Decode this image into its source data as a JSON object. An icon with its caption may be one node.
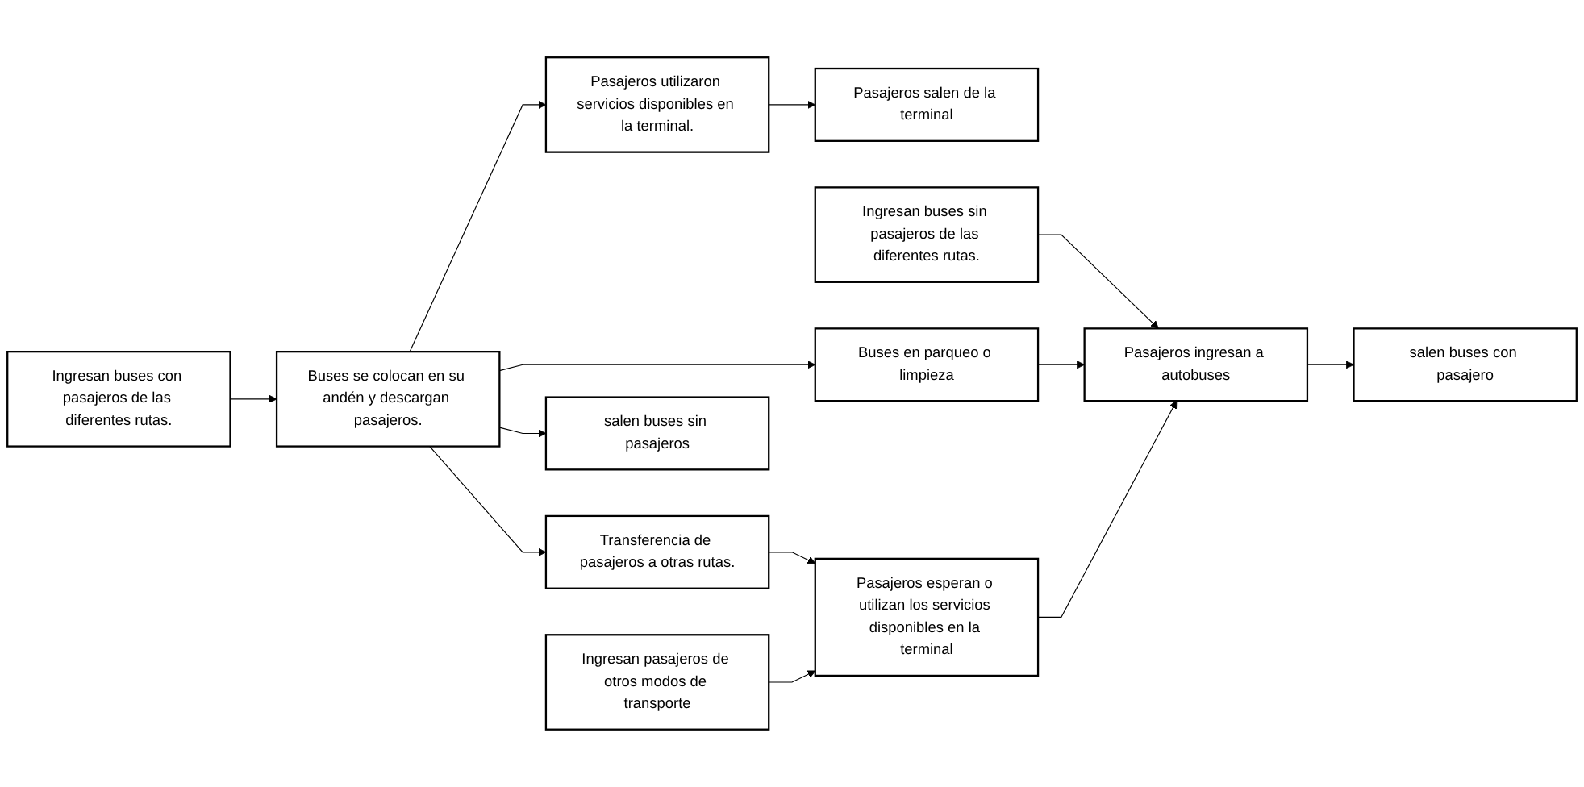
{
  "diagram": {
    "nodes": [
      {
        "text": [
          "Ingresan buses con pasajeros de las diferentes rutas."
        ]
      },
      {
        "text": [
          "Buses se colocan en su andén y descargan pasajeros."
        ]
      },
      {
        "text": [
          "Pasajeros utilizaron servicios disponibles en la terminal."
        ]
      },
      {
        "text": [
          "Pasajeros salen de la terminal"
        ]
      },
      {
        "text": [
          "Ingresan buses sin pasajeros de las diferentes rutas."
        ]
      },
      {
        "text": [
          "Transferencia de pasajeros a otras rutas."
        ]
      },
      {
        "text": [
          "Buses en parqueo o limpieza"
        ]
      },
      {
        "text": [
          "salen buses sin pasajeros"
        ]
      },
      {
        "text": [
          "Ingresan pasajeros de otros modos de transporte"
        ]
      },
      {
        "text": [
          "Pasajeros esperan o utilizan los servicios disponibles en la terminal"
        ]
      },
      {
        "text": [
          "Pasajeros ingresan a autobuses"
        ]
      },
      {
        "text": [
          "salen buses con pasajero"
        ]
      }
    ],
    "edges": [
      {
        "from": 0,
        "to": 1,
        "arrow": "to"
      },
      {
        "from": 1,
        "to": 2,
        "arrow": "to"
      },
      {
        "from": 2,
        "to": 3,
        "arrow": "to"
      },
      {
        "from": 1,
        "to": 5,
        "arrow": "to"
      },
      {
        "from": 1,
        "to": 6,
        "arrow": "to"
      },
      {
        "from": 1,
        "to": 7,
        "arrow": "to"
      },
      {
        "from": 4,
        "to": 10,
        "arrow": "to"
      },
      {
        "from": 5,
        "to": 9,
        "arrow": "to"
      },
      {
        "from": 6,
        "to": 10,
        "arrow": "to"
      },
      {
        "from": 8,
        "to": 9,
        "arrow": "to"
      },
      {
        "from": 9,
        "to": 10,
        "arrow": "to"
      },
      {
        "from": 10,
        "to": 11,
        "arrow": "to"
      }
    ]
  }
}
